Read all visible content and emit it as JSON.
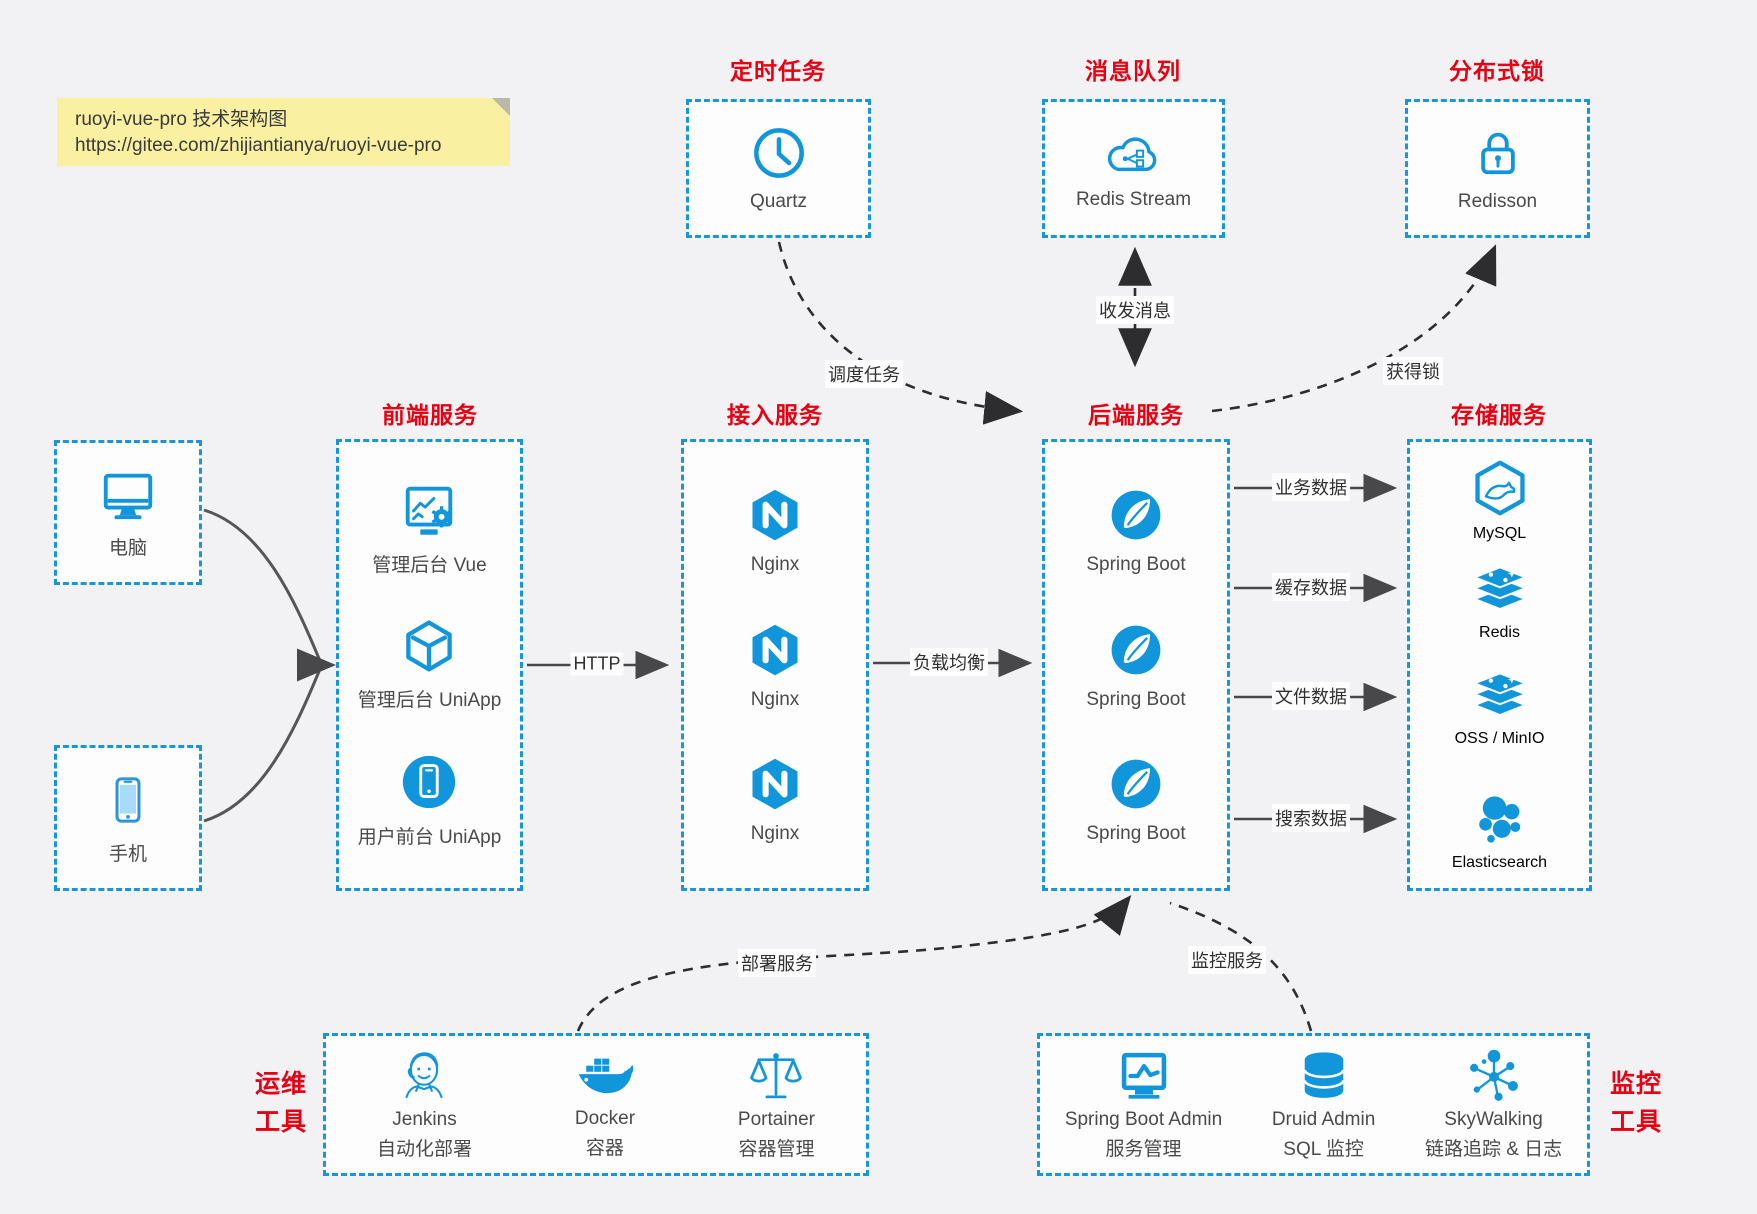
{
  "note": {
    "line1": "ruoyi-vue-pro 技术架构图",
    "line2": "https://gitee.com/zhijiantianya/ruoyi-vue-pro"
  },
  "colors": {
    "accent_blue": "#1296db",
    "title_red": "#e60012",
    "note_yellow": "#f9f0a1",
    "arrow_dark": "#2d2d30",
    "background": "#f2f2f4"
  },
  "top_services": [
    {
      "title": "定时任务",
      "icon": "clock-icon",
      "label": "Quartz"
    },
    {
      "title": "消息队列",
      "icon": "cloud-stream-icon",
      "label": "Redis Stream"
    },
    {
      "title": "分布式锁",
      "icon": "lock-icon",
      "label": "Redisson"
    }
  ],
  "clients": [
    {
      "icon": "desktop-icon",
      "label": "电脑"
    },
    {
      "icon": "mobile-icon",
      "label": "手机"
    }
  ],
  "columns": [
    {
      "title": "前端服务",
      "items": [
        {
          "icon": "admin-vue-icon",
          "label": "管理后台 Vue"
        },
        {
          "icon": "uniapp-cube-icon",
          "label": "管理后台 UniApp"
        },
        {
          "icon": "user-phone-icon",
          "label": "用户前台 UniApp"
        }
      ]
    },
    {
      "title": "接入服务",
      "items": [
        {
          "icon": "nginx-icon",
          "label": "Nginx"
        },
        {
          "icon": "nginx-icon",
          "label": "Nginx"
        },
        {
          "icon": "nginx-icon",
          "label": "Nginx"
        }
      ]
    },
    {
      "title": "后端服务",
      "items": [
        {
          "icon": "spring-boot-icon",
          "label": "Spring Boot"
        },
        {
          "icon": "spring-boot-icon",
          "label": "Spring Boot"
        },
        {
          "icon": "spring-boot-icon",
          "label": "Spring Boot"
        }
      ]
    },
    {
      "title": "存储服务",
      "items": [
        {
          "icon": "mysql-icon",
          "label": "MySQL"
        },
        {
          "icon": "redis-icon",
          "label": "Redis"
        },
        {
          "icon": "oss-minio-icon",
          "label": "OSS / MinIO"
        },
        {
          "icon": "elasticsearch-icon",
          "label": "Elasticsearch"
        }
      ]
    }
  ],
  "edge_labels": {
    "http": "HTTP",
    "load_balance": "负载均衡",
    "schedule": "调度任务",
    "messaging": "收发消息",
    "get_lock": "获得锁",
    "business_data": "业务数据",
    "cache_data": "缓存数据",
    "file_data": "文件数据",
    "search_data": "搜索数据",
    "deploy": "部署服务",
    "monitor": "监控服务"
  },
  "bottom_groups": [
    {
      "title_line1": "运维",
      "title_line2": "工具",
      "items": [
        {
          "icon": "jenkins-icon",
          "label": "Jenkins",
          "sublabel": "自动化部署"
        },
        {
          "icon": "docker-icon",
          "label": "Docker",
          "sublabel": "容器"
        },
        {
          "icon": "portainer-icon",
          "label": "Portainer",
          "sublabel": "容器管理"
        }
      ]
    },
    {
      "title_line1": "监控",
      "title_line2": "工具",
      "items": [
        {
          "icon": "spring-boot-admin-icon",
          "label": "Spring Boot Admin",
          "sublabel": "服务管理"
        },
        {
          "icon": "druid-db-icon",
          "label": "Druid Admin",
          "sublabel": "SQL 监控"
        },
        {
          "icon": "skywalking-icon",
          "label": "SkyWalking",
          "sublabel": "链路追踪 & 日志"
        }
      ]
    }
  ]
}
